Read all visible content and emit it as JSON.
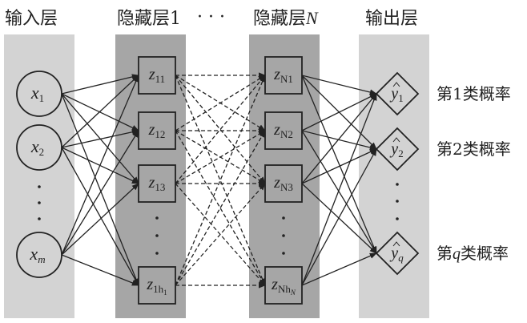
{
  "colors": {
    "input_band": "#d3d3d3",
    "hidden_band": "#a6a6a6",
    "output_band": "#d3d3d3",
    "node_fill_input": "#d3d3d3",
    "node_fill_hidden": "#a6a6a6",
    "stroke": "#222222"
  },
  "layers": {
    "input": {
      "title": "输入层",
      "nodes": [
        {
          "base": "x",
          "sub": "1"
        },
        {
          "base": "x",
          "sub": "2"
        },
        {
          "base": "x",
          "sub": "m",
          "sub_italic": true
        }
      ]
    },
    "hidden1": {
      "title": "隐藏层1",
      "nodes": [
        {
          "base": "z",
          "sub": "11"
        },
        {
          "base": "z",
          "sub": "12"
        },
        {
          "base": "z",
          "sub": "13"
        },
        {
          "base": "z",
          "sub": "1h",
          "subsub": "1"
        }
      ]
    },
    "ellipsis": "· · ·",
    "hiddenN": {
      "title": "隐藏层",
      "title_suffix": "N",
      "nodes": [
        {
          "base": "z",
          "sub": "N1"
        },
        {
          "base": "z",
          "sub": "N2"
        },
        {
          "base": "z",
          "sub": "N3"
        },
        {
          "base": "z",
          "sub": "Nh",
          "subsub": "N"
        }
      ]
    },
    "output": {
      "title": "输出层",
      "nodes": [
        {
          "base": "y",
          "sub": "1",
          "label": "第1类概率"
        },
        {
          "base": "y",
          "sub": "2",
          "label": "第2类概率"
        },
        {
          "base": "y",
          "sub": "q",
          "sub_italic": true,
          "label_prefix": "第",
          "label_var": "q",
          "label_suffix": "类概率"
        }
      ]
    }
  },
  "connections": {
    "input_to_hidden1": "solid, fully connected",
    "hidden1_to_hiddenN": "dashed, fully connected",
    "hiddenN_to_output": "solid, fully connected"
  }
}
